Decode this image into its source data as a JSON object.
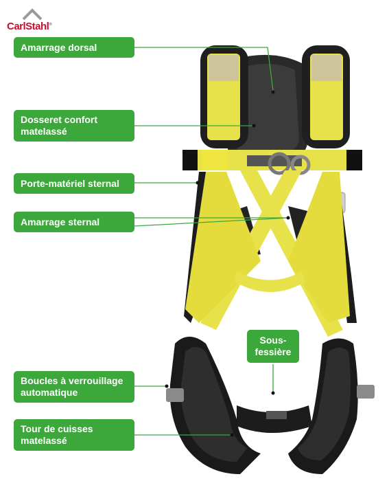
{
  "brand": {
    "name": "CarlStahl",
    "mark": "®",
    "color": "#c8102e"
  },
  "accent_color": "#3ca83c",
  "labels": [
    {
      "id": "dorsal",
      "text": "Amarrage dorsal"
    },
    {
      "id": "dosseret",
      "text": "Dosseret confort matelassé"
    },
    {
      "id": "porte",
      "text": "Porte-matériel sternal"
    },
    {
      "id": "sternal",
      "text": "Amarrage sternal"
    },
    {
      "id": "boucles",
      "text": "Boucles à verrouillage automatique"
    },
    {
      "id": "tour",
      "text": "Tour de cuisses matelassé"
    },
    {
      "id": "sous",
      "text": "Sous-fessière"
    }
  ]
}
